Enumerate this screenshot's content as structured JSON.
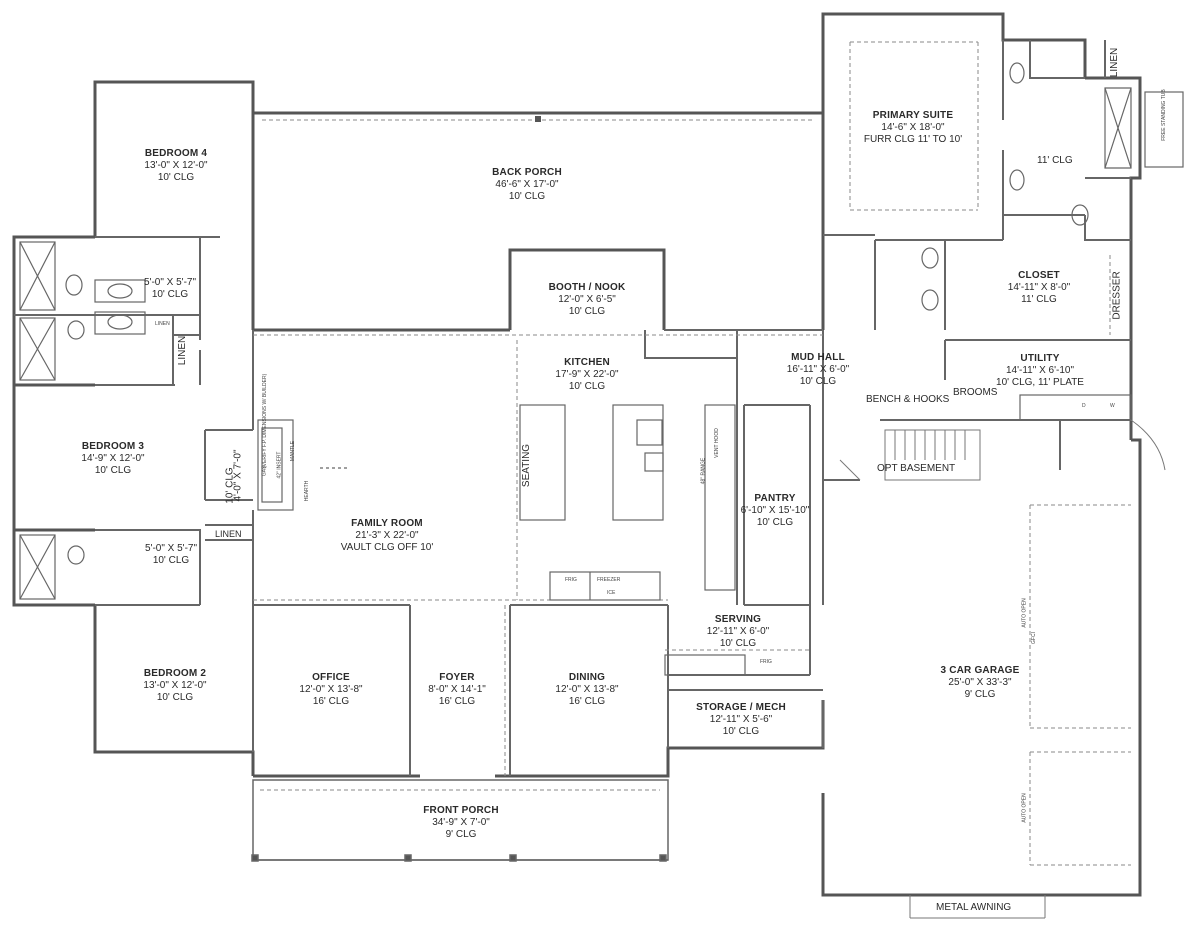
{
  "plan": {
    "rooms": {
      "bedroom4": {
        "name": "BEDROOM 4",
        "dims": "13'-0\" X 12'-0\"",
        "ceiling": "10' CLG"
      },
      "back_porch": {
        "name": "BACK PORCH",
        "dims": "46'-6\" X 17'-0\"",
        "ceiling": "10' CLG"
      },
      "primary_suite": {
        "name": "PRIMARY SUITE",
        "dims": "14'-6\" X 18'-0\"",
        "ceiling": "FURR CLG 11' TO 10'"
      },
      "bath4": {
        "dims": "5'-0\" X 5'-7\"",
        "ceiling": "10' CLG"
      },
      "booth_nook": {
        "name": "BOOTH / NOOK",
        "dims": "12'-0\" X 6'-5\"",
        "ceiling": "10' CLG"
      },
      "closet": {
        "name": "CLOSET",
        "dims": "14'-11\" X 8'-0\"",
        "ceiling": "11' CLG"
      },
      "kitchen": {
        "name": "KITCHEN",
        "dims": "17'-9\" X 22'-0\"",
        "ceiling": "10' CLG"
      },
      "mud_hall": {
        "name": "MUD HALL",
        "dims": "16'-11\" X 6'-0\"",
        "ceiling": "10' CLG"
      },
      "utility": {
        "name": "UTILITY",
        "dims": "14'-11\" X 6'-10\"",
        "ceiling": "10' CLG, 11' PLATE"
      },
      "bedroom3": {
        "name": "BEDROOM 3",
        "dims": "14'-9\" X 12'-0\"",
        "ceiling": "10' CLG"
      },
      "closet3": {
        "dims": "4'-0\" X 7'-0\"",
        "ceiling": "10' CLG"
      },
      "pantry": {
        "name": "PANTRY",
        "dims": "6'-10\" X 15'-10\"",
        "ceiling": "10' CLG"
      },
      "family_room": {
        "name": "FAMILY ROOM",
        "dims": "21'-3\" X 22'-0\"",
        "ceiling": "VAULT CLG OFF 10'"
      },
      "bath2": {
        "dims": "5'-0\" X 5'-7\"",
        "ceiling": "10' CLG"
      },
      "serving": {
        "name": "SERVING",
        "dims": "12'-11\" X 6'-0\"",
        "ceiling": "10' CLG"
      },
      "garage": {
        "name": "3 CAR GARAGE",
        "dims": "25'-0\" X 33'-3\"",
        "ceiling": "9' CLG"
      },
      "bedroom2": {
        "name": "BEDROOM 2",
        "dims": "13'-0\" X 12'-0\"",
        "ceiling": "10' CLG"
      },
      "office": {
        "name": "OFFICE",
        "dims": "12'-0\" X 13'-8\"",
        "ceiling": "16' CLG"
      },
      "foyer": {
        "name": "FOYER",
        "dims": "8'-0\" X 14'-1\"",
        "ceiling": "16' CLG"
      },
      "dining": {
        "name": "DINING",
        "dims": "12'-0\" X 13'-8\"",
        "ceiling": "16' CLG"
      },
      "storage_mech": {
        "name": "STORAGE / MECH",
        "dims": "12'-11\" X 5'-6\"",
        "ceiling": "10' CLG"
      },
      "front_porch": {
        "name": "FRONT PORCH",
        "dims": "34'-9\" X 7'-0\"",
        "ceiling": "9' CLG"
      }
    },
    "tags": {
      "eleven_clg": "11' CLG",
      "linen_top": "LINEN",
      "linen_mid": "LINEN",
      "linen_small": "LINEN",
      "linen_bottom": "LINEN",
      "dresser": "DRESSER",
      "bench_hooks": "BENCH & HOOKS",
      "brooms": "BROOMS",
      "opt_basement": "OPT BASEMENT",
      "seating": "SEATING",
      "metal_awning": "METAL AWNING",
      "frig_kitchen": "FRIG",
      "freezer": "FREEZER",
      "ice": "ICE",
      "frig_serving": "FRIG",
      "free_standing_tub": "FREE STANDING TUB",
      "range": "48\" RANGE",
      "hood": "VENT HOOD",
      "gas_insert": "GAS",
      "fp_insert": "42\" INSERT",
      "mantle": "MANTLE",
      "hearth": "HEARTH",
      "hearth_note": "(VERIFY F.P. DIMENSIONS W/ BUILDER)",
      "w": "W",
      "d": "D",
      "auto_open1": "AUTO OPEN",
      "auto_open2": "AUTO OPEN",
      "gfci": "GFCI"
    },
    "colors": {
      "wall": "#555555",
      "wall_fill": "#9a9a9a",
      "thin": "#777777",
      "dashed": "#8a8a8a"
    }
  }
}
